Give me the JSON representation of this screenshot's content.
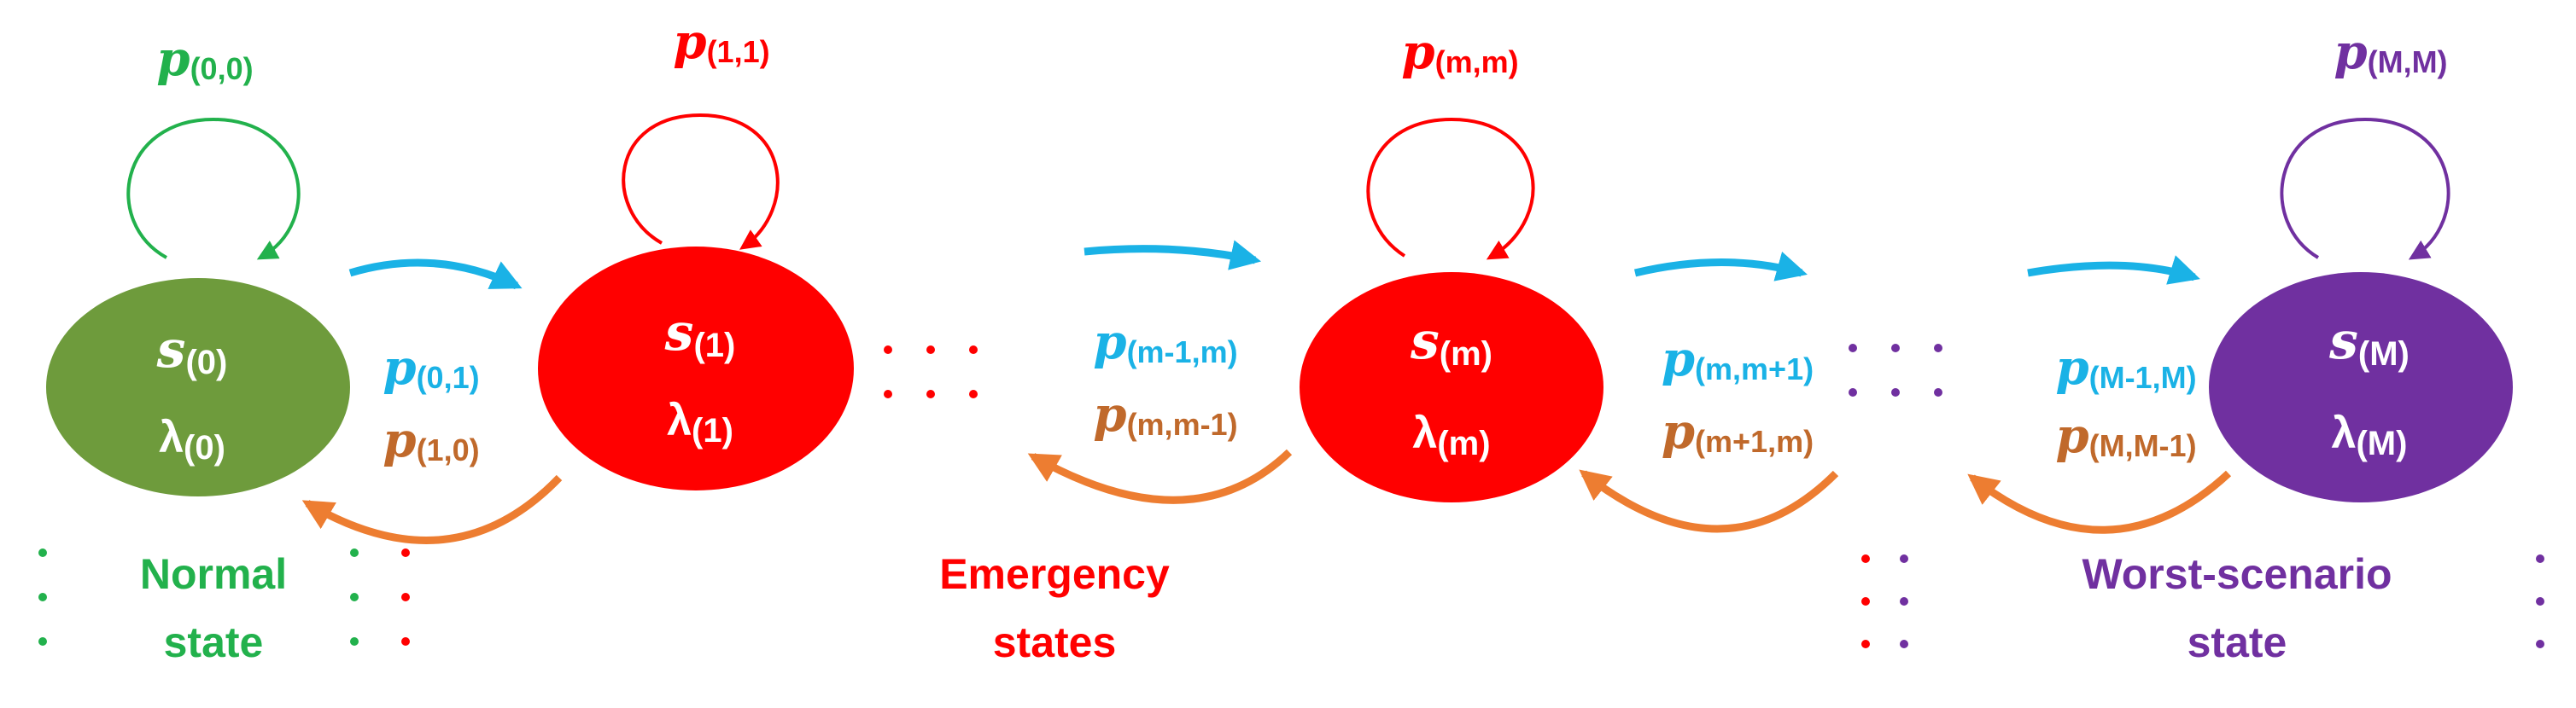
{
  "colors": {
    "green": "#6e9b3c",
    "green_text": "#22b14c",
    "red": "#ff0000",
    "purple": "#7030a0",
    "blue": "#1ab2e6",
    "orange": "#ed7d31",
    "brown": "#c0692b"
  },
  "states": [
    {
      "id": "s0",
      "s_main": "s",
      "s_sub": "(0)",
      "l_main": "λ",
      "l_sub": "(0)",
      "color": "green"
    },
    {
      "id": "s1",
      "s_main": "s",
      "s_sub": "(1)",
      "l_main": "λ",
      "l_sub": "(1)",
      "color": "red"
    },
    {
      "id": "sm",
      "s_main": "s",
      "s_sub": "(m)",
      "l_main": "λ",
      "l_sub": "(m)",
      "color": "red"
    },
    {
      "id": "sM",
      "s_main": "s",
      "s_sub": "(M)",
      "l_main": "λ",
      "l_sub": "(M)",
      "color": "purple"
    }
  ],
  "self_loops": [
    {
      "id": "p00",
      "main": "p",
      "sub": "(0,0)",
      "color": "green"
    },
    {
      "id": "p11",
      "main": "p",
      "sub": "(1,1)",
      "color": "red"
    },
    {
      "id": "pmm",
      "main": "p",
      "sub": "(m,m)",
      "color": "red"
    },
    {
      "id": "pMM",
      "main": "p",
      "sub": "(M,M)",
      "color": "purple"
    }
  ],
  "transitions": [
    {
      "id": "p01",
      "main": "p",
      "sub": "(0,1)",
      "color": "blue"
    },
    {
      "id": "p10",
      "main": "p",
      "sub": "(1,0)",
      "color": "brown"
    },
    {
      "id": "pm1m",
      "main": "p",
      "sub": "(m-1,m)",
      "color": "blue"
    },
    {
      "id": "pmm1",
      "main": "p",
      "sub": "(m,m-1)",
      "color": "brown"
    },
    {
      "id": "pmm+",
      "main": "p",
      "sub": "(m,m+1)",
      "color": "blue"
    },
    {
      "id": "pm+m",
      "main": "p",
      "sub": "(m+1,m)",
      "color": "brown"
    },
    {
      "id": "pM1M",
      "main": "p",
      "sub": "(M-1,M)",
      "color": "blue"
    },
    {
      "id": "pMM1",
      "main": "p",
      "sub": "(M,M-1)",
      "color": "brown"
    }
  ],
  "groups": {
    "normal_line1": "Normal",
    "normal_line2": "state",
    "emergency_line1": "Emergency",
    "emergency_line2": "states",
    "worst_line1": "Worst-scenario",
    "worst_line2": "state"
  }
}
